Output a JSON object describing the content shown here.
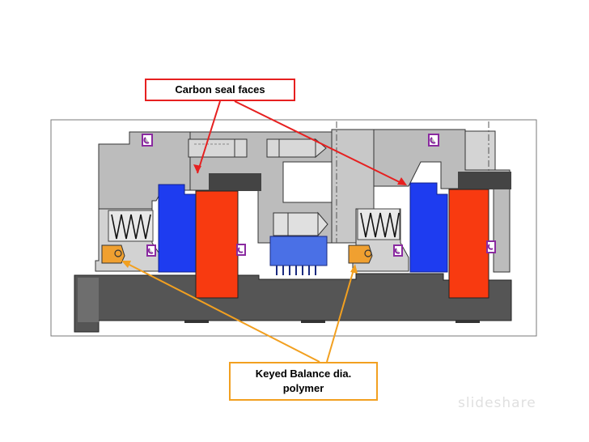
{
  "labels": {
    "carbon_seal_faces": "Carbon seal faces",
    "keyed_balance_line1": "Keyed Balance dia.",
    "keyed_balance_line2": "polymer"
  },
  "watermark": "slideshare",
  "colors": {
    "housing": "#bcbcbc",
    "dark_shaft": "#555555",
    "carbon_face": "#1e3cf0",
    "mating_ring": "#f83a10",
    "oring": "#8a2aa0",
    "polymer_key": "#f0a030",
    "callout_red": "#e62020",
    "callout_orange": "#f2a020"
  },
  "icons": [
    "spring-icon",
    "oring-icon",
    "bolt-icon",
    "set-screw-icon"
  ]
}
